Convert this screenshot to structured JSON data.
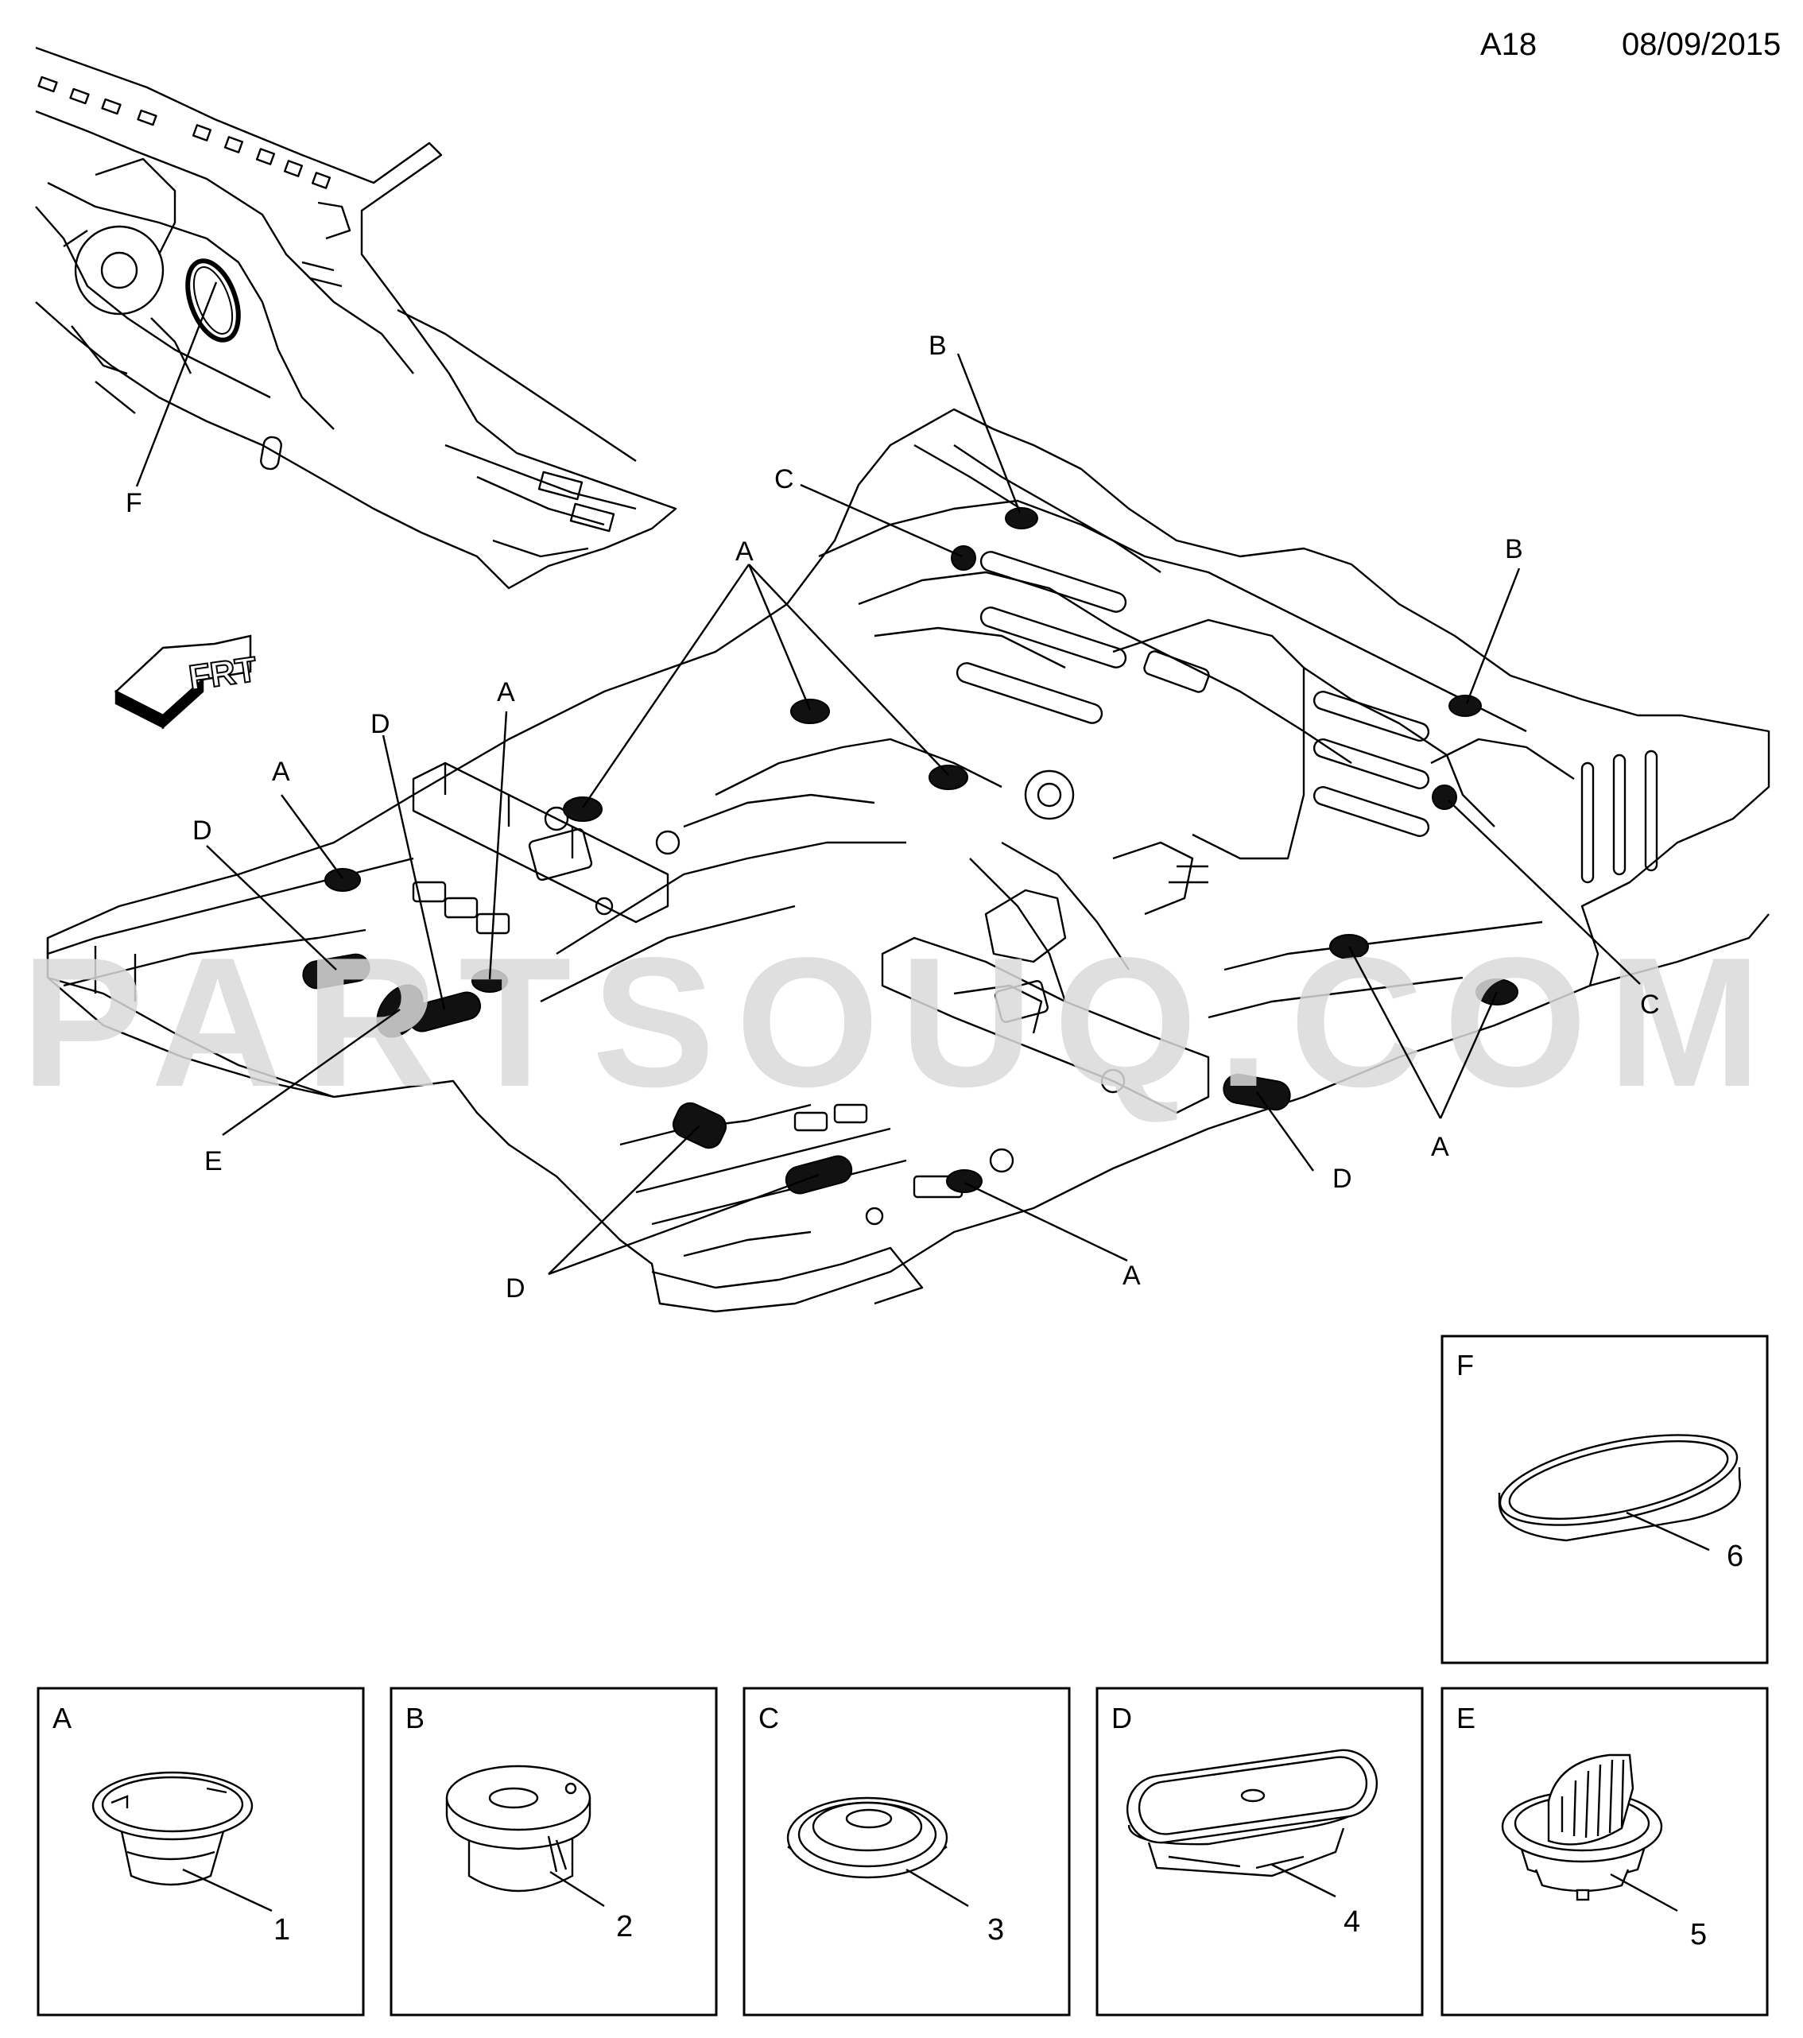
{
  "header": {
    "page_code": "A18",
    "date": "08/09/2015"
  },
  "watermark": "PARTSOUQ.COM",
  "orientation_marker": "FRT",
  "callouts": {
    "A": "A",
    "B": "B",
    "C": "C",
    "D": "D",
    "E": "E",
    "F": "F"
  },
  "detail_panels": [
    {
      "letter": "A",
      "part_number": "1",
      "part": "round-plug"
    },
    {
      "letter": "B",
      "part_number": "2",
      "part": "stepped-plug"
    },
    {
      "letter": "C",
      "part_number": "3",
      "part": "dome-plug"
    },
    {
      "letter": "D",
      "part_number": "4",
      "part": "oval-plug"
    },
    {
      "letter": "E",
      "part_number": "5",
      "part": "ribbed-plug"
    },
    {
      "letter": "F",
      "part_number": "6",
      "part": "flat-oval-plug"
    }
  ],
  "colors": {
    "line": "#000000",
    "watermark": "#d9d9d9",
    "background": "#ffffff"
  }
}
